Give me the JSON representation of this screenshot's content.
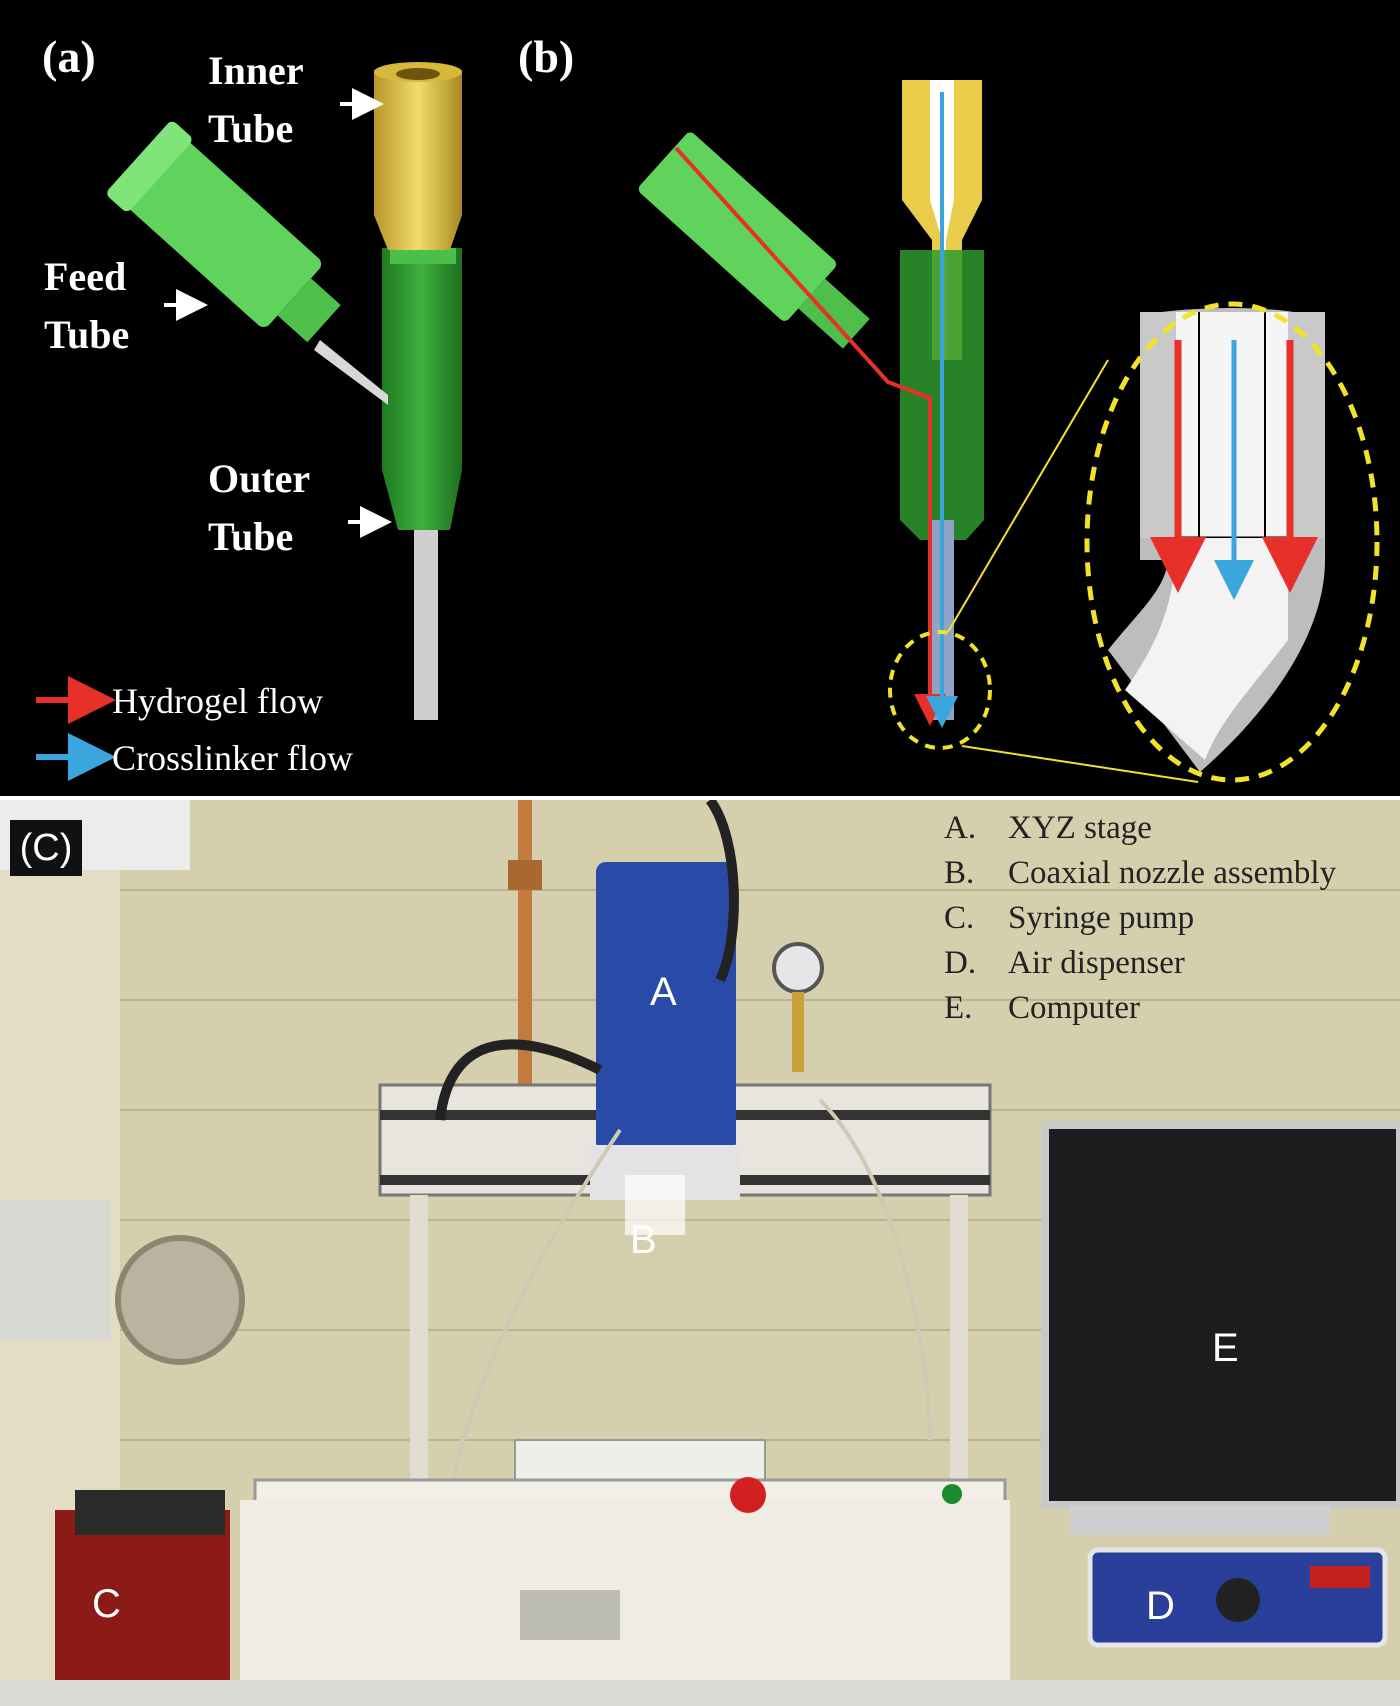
{
  "panel_a": {
    "tag": "(a)",
    "inner_tube": [
      "Inner",
      "Tube"
    ],
    "feed_tube": [
      "Feed",
      "Tube"
    ],
    "outer_tube": [
      "Outer",
      "Tube"
    ]
  },
  "panel_b": {
    "tag": "(b)"
  },
  "legend": {
    "hydrogel": "Hydrogel flow",
    "crosslinker": "Crosslinker flow",
    "hydrogel_color": "#e8302a",
    "crosslinker_color": "#3aa6dd"
  },
  "panel_c": {
    "tag": "(C)",
    "labels": {
      "a": "A",
      "b": "B",
      "c": "C",
      "d": "D",
      "e": "E"
    },
    "key": [
      {
        "letter": "A.",
        "text": "XYZ stage"
      },
      {
        "letter": "B.",
        "text": "Coaxial nozzle assembly"
      },
      {
        "letter": "C.",
        "text": "Syringe pump"
      },
      {
        "letter": "D.",
        "text": "Air dispenser"
      },
      {
        "letter": "E.",
        "text": "Computer"
      }
    ]
  },
  "colors": {
    "feed_green": "#5fd35b",
    "outer_green": "#2f9a2f",
    "inner_gold": "#e8cc4a",
    "zoom_yellow": "#f2e22a"
  }
}
